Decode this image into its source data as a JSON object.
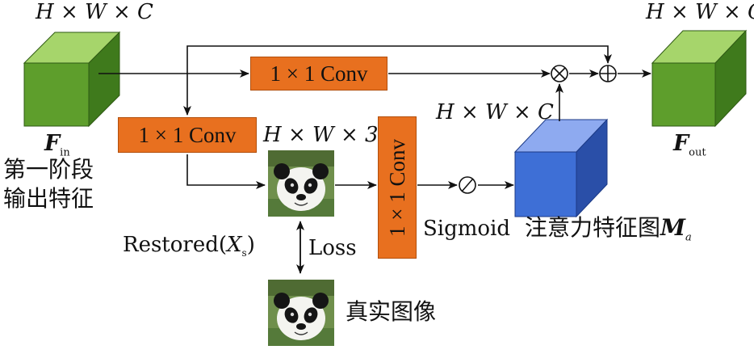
{
  "dims": {
    "input": "H × W × C",
    "output": "H × W × C",
    "attention": "H × W × C",
    "restored": "H × W × 3"
  },
  "labels": {
    "f_in_main": "F",
    "f_in_sub": "in",
    "f_out_main": "F",
    "f_out_sub": "out",
    "stage_line1": "第一阶段",
    "stage_line2": "输出特征",
    "restored_prefix": "Restored(",
    "restored_var": "X",
    "restored_sub": "s",
    "restored_suffix": ")",
    "loss": "Loss",
    "real_image": "真实图像",
    "sigmoid": "Sigmoid",
    "attention_map_prefix": "注意力特征图",
    "attention_map_var": "M",
    "attention_map_sub": "a"
  },
  "conv": {
    "top": "1 × 1 Conv",
    "left": "1 × 1 Conv",
    "vertical": "1 × 1 Conv"
  },
  "symbols": {
    "multiply": "⊗",
    "add": "⊕",
    "sigmoid": "⊘"
  },
  "colors": {
    "cube_green_front": "#5e9e2c",
    "cube_green_top": "#a6d56b",
    "cube_green_side": "#3f7a1c",
    "cube_blue_front": "#3e6fd6",
    "cube_blue_top": "#8eaaf0",
    "cube_blue_side": "#2a4fa8",
    "conv_orange": "#e8701f",
    "line": "#111111"
  }
}
